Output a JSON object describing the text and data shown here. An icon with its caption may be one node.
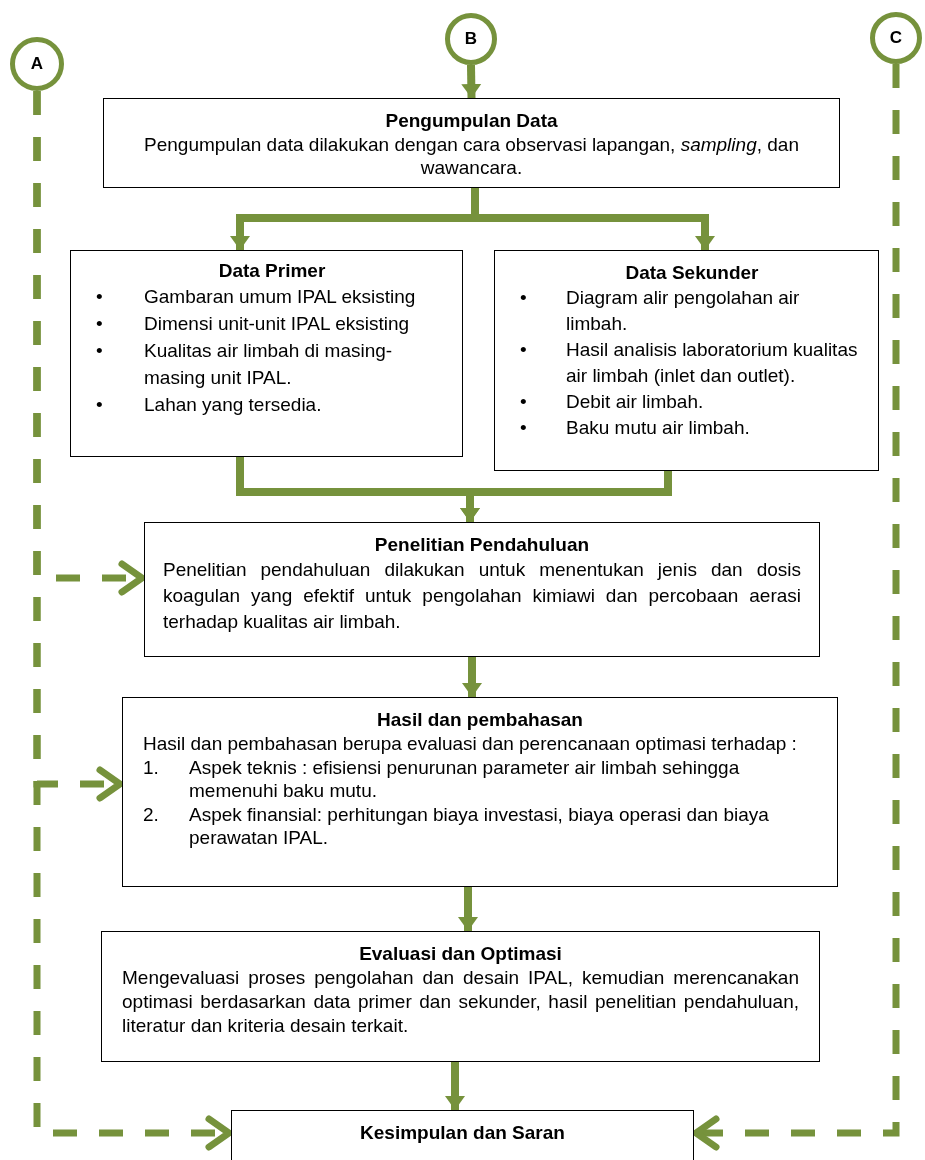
{
  "diagram": {
    "nodes": [
      {
        "text": [
          "A"
        ]
      },
      {
        "text": [
          "B"
        ]
      },
      {
        "text": [
          "C"
        ]
      },
      {
        "text": [
          "Pengumpulan Data",
          "Pengumpulan data dilakukan dengan cara observasi lapangan, *sampling*, dan wawancara."
        ]
      },
      {
        "text": [
          "Data Primer",
          "• Gambaran umum IPAL eksisting",
          "• Dimensi unit-unit IPAL eksisting",
          "• Kualitas air limbah di masing-masing unit IPAL.",
          "• Lahan yang tersedia."
        ]
      },
      {
        "text": [
          "Data Sekunder",
          "• Diagram alir pengolahan air limbah.",
          "• Hasil analisis laboratorium kualitas air limbah (inlet dan outlet).",
          "• Debit air limbah.",
          "• Baku mutu air limbah."
        ]
      },
      {
        "text": [
          "Penelitian Pendahuluan",
          "Penelitian pendahuluan dilakukan untuk menentukan jenis dan dosis koagulan yang efektif untuk pengolahan kimiawi dan percobaan aerasi terhadap kualitas air limbah."
        ]
      },
      {
        "text": [
          "Hasil dan pembahasan",
          "Hasil dan pembahasan berupa evaluasi dan perencanaan optimasi terhadap :",
          "1. Aspek teknis : efisiensi penurunan parameter air limbah sehingga memenuhi baku mutu.",
          "2. Aspek finansial: perhitungan biaya investasi, biaya operasi dan biaya perawatan IPAL."
        ]
      },
      {
        "text": [
          "Evaluasi dan Optimasi",
          "Mengevaluasi proses pengolahan dan desain IPAL, kemudian merencanakan optimasi berdasarkan data primer dan sekunder, hasil penelitian pendahuluan, literatur dan kriteria desain terkait."
        ]
      },
      {
        "text": [
          "Kesimpulan dan Saran"
        ]
      }
    ],
    "edges": [
      {
        "from": 1,
        "to": 3,
        "arrow": "to"
      },
      {
        "from": 3,
        "to": 4,
        "arrow": "to"
      },
      {
        "from": 3,
        "to": 5,
        "arrow": "to"
      },
      {
        "from": 4,
        "to": 6,
        "arrow": "to"
      },
      {
        "from": 5,
        "to": 6,
        "arrow": "to"
      },
      {
        "from": 6,
        "to": 7,
        "arrow": "to"
      },
      {
        "from": 7,
        "to": 8,
        "arrow": "to"
      },
      {
        "from": 8,
        "to": 9,
        "arrow": "to"
      },
      {
        "from": 0,
        "to": 6,
        "arrow": "to",
        "style": "dashed"
      },
      {
        "from": 0,
        "to": 7,
        "arrow": "to",
        "style": "dashed"
      },
      {
        "from": 0,
        "to": 9,
        "arrow": "to",
        "style": "dashed"
      },
      {
        "from": 2,
        "to": 9,
        "arrow": "to",
        "style": "dashed"
      }
    ]
  }
}
